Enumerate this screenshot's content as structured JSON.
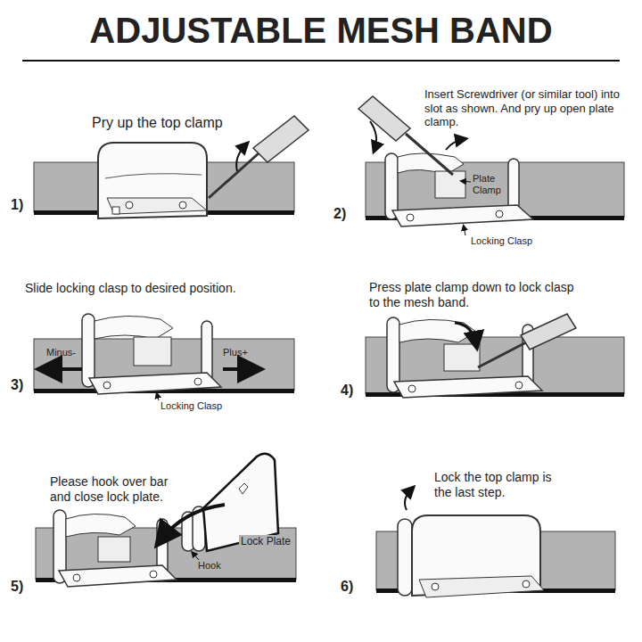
{
  "diagram": {
    "title": "ADJUSTABLE MESH BAND",
    "labels": [
      "Pry up the top clamp",
      "1)",
      "Insert Screwdriver (or similar tool) into slot as shown. And pry up open plate clamp.",
      "Plate Clamp",
      "Locking Clasp",
      "2)",
      "Slide locking clasp to desired position.",
      "Minus-",
      "Plus+",
      "Locking Clasp",
      "3)",
      "Press plate clamp down to lock clasp to the mesh band.",
      "4)",
      "Please hook over bar and close lock plate.",
      "Lock Plate",
      "Hook",
      "5)",
      "Lock the top clamp is the last step.",
      "6)"
    ]
  }
}
